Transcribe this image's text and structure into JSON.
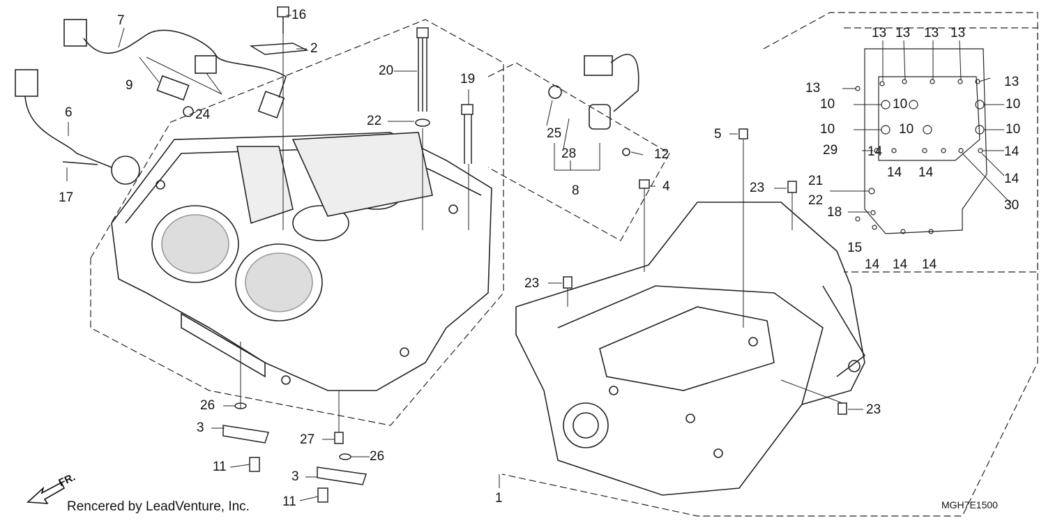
{
  "diagram": {
    "credit": "Rencered by LeadVenture, Inc.",
    "code": "MGH7E1500",
    "direction_mark": "FR.",
    "callouts": [
      {
        "id": "c1",
        "text": "1"
      },
      {
        "id": "c2",
        "text": "2"
      },
      {
        "id": "c3a",
        "text": "3"
      },
      {
        "id": "c3b",
        "text": "3"
      },
      {
        "id": "c4",
        "text": "4"
      },
      {
        "id": "c5",
        "text": "5"
      },
      {
        "id": "c6",
        "text": "6"
      },
      {
        "id": "c7",
        "text": "7"
      },
      {
        "id": "c8",
        "text": "8"
      },
      {
        "id": "c9",
        "text": "9"
      },
      {
        "id": "c10a",
        "text": "10"
      },
      {
        "id": "c10b",
        "text": "10"
      },
      {
        "id": "c10c",
        "text": "10"
      },
      {
        "id": "c10d",
        "text": "10"
      },
      {
        "id": "c10e",
        "text": "10"
      },
      {
        "id": "c10f",
        "text": "10"
      },
      {
        "id": "c11a",
        "text": "11"
      },
      {
        "id": "c11b",
        "text": "11"
      },
      {
        "id": "c12",
        "text": "12"
      },
      {
        "id": "c13a",
        "text": "13"
      },
      {
        "id": "c13b",
        "text": "13"
      },
      {
        "id": "c13c",
        "text": "13"
      },
      {
        "id": "c13d",
        "text": "13"
      },
      {
        "id": "c13e",
        "text": "13"
      },
      {
        "id": "c13f",
        "text": "13"
      },
      {
        "id": "c14a",
        "text": "14"
      },
      {
        "id": "c14b",
        "text": "14"
      },
      {
        "id": "c14c",
        "text": "14"
      },
      {
        "id": "c14d",
        "text": "14"
      },
      {
        "id": "c14e",
        "text": "14"
      },
      {
        "id": "c14f",
        "text": "14"
      },
      {
        "id": "c14g",
        "text": "14"
      },
      {
        "id": "c14h",
        "text": "14"
      },
      {
        "id": "c15",
        "text": "15"
      },
      {
        "id": "c16",
        "text": "16"
      },
      {
        "id": "c17",
        "text": "17"
      },
      {
        "id": "c18",
        "text": "18"
      },
      {
        "id": "c19",
        "text": "19"
      },
      {
        "id": "c20",
        "text": "20"
      },
      {
        "id": "c21",
        "text": "21"
      },
      {
        "id": "c22a",
        "text": "22"
      },
      {
        "id": "c22b",
        "text": "22"
      },
      {
        "id": "c23a",
        "text": "23"
      },
      {
        "id": "c23b",
        "text": "23"
      },
      {
        "id": "c23c",
        "text": "23"
      },
      {
        "id": "c24",
        "text": "24"
      },
      {
        "id": "c25",
        "text": "25"
      },
      {
        "id": "c26a",
        "text": "26"
      },
      {
        "id": "c26b",
        "text": "26"
      },
      {
        "id": "c27",
        "text": "27"
      },
      {
        "id": "c28",
        "text": "28"
      },
      {
        "id": "c29",
        "text": "29"
      },
      {
        "id": "c30",
        "text": "30"
      }
    ]
  }
}
